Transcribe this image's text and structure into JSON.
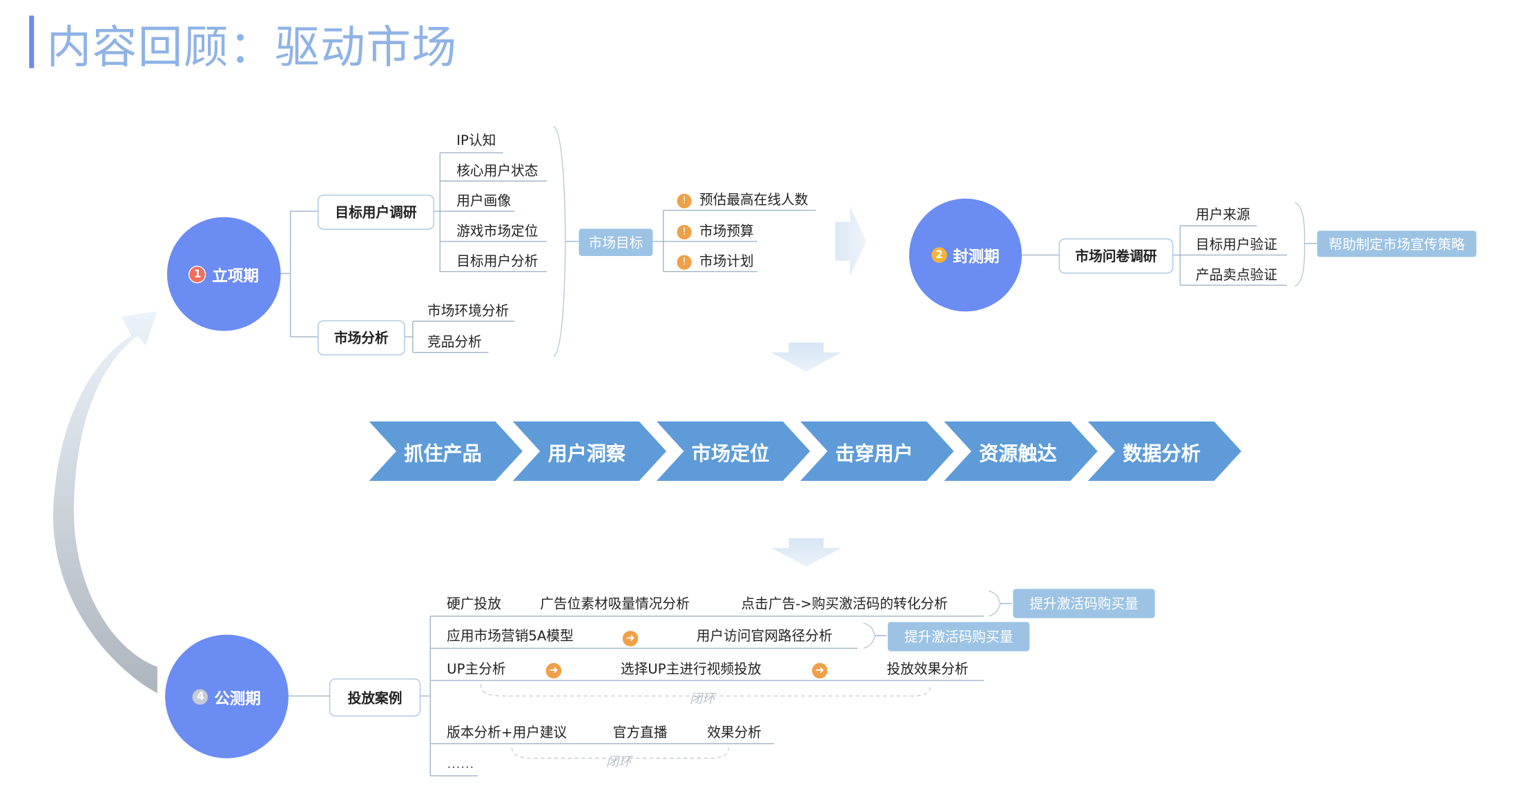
{
  "title": "内容回顾：驱动市场",
  "phase1": {
    "badge": "1",
    "label": "立项期",
    "branch_user_research": {
      "label": "目标用户调研",
      "items": [
        "IP认知",
        "核心用户状态",
        "用户画像",
        "游戏市场定位",
        "目标用户分析"
      ]
    },
    "branch_market": {
      "label": "市场分析",
      "items": [
        "市场环境分析",
        "竞品分析"
      ]
    },
    "goal_tag": "市场目标",
    "goals": [
      "预估最高在线人数",
      "市场预算",
      "市场计划"
    ]
  },
  "phase2": {
    "badge": "2",
    "label": "封测期",
    "box": "市场问卷调研",
    "items": [
      "用户来源",
      "目标用户验证",
      "产品卖点验证"
    ],
    "result_tag": "帮助制定市场宣传策略"
  },
  "process": [
    "抓住产品",
    "用户洞察",
    "市场定位",
    "击穿用户",
    "资源触达",
    "数据分析"
  ],
  "phase4": {
    "badge": "4",
    "label": "公测期",
    "box": "投放案例",
    "row1": [
      "硬广投放",
      "广告位素材吸量情况分析",
      "点击广告->购买激活码的转化分析"
    ],
    "row1_tag": "提升激活码购买量",
    "row2": [
      "应用市场营销5A模型",
      "用户访问官网路径分析"
    ],
    "row2_tag": "提升激活码购买量",
    "row3": [
      "UP主分析",
      "选择UP主进行视频投放",
      "投放效果分析"
    ],
    "loop1": "闭环",
    "row4": [
      "版本分析+用户建议",
      "官方直播",
      "效果分析"
    ],
    "loop2": "闭环",
    "row5": "……"
  },
  "colors": {
    "primary": "#6b8cf2",
    "tag": "#9cc3e4",
    "chevron": "#5e9bd8",
    "title": "#8fb3e6",
    "accent": "#f0a048"
  }
}
